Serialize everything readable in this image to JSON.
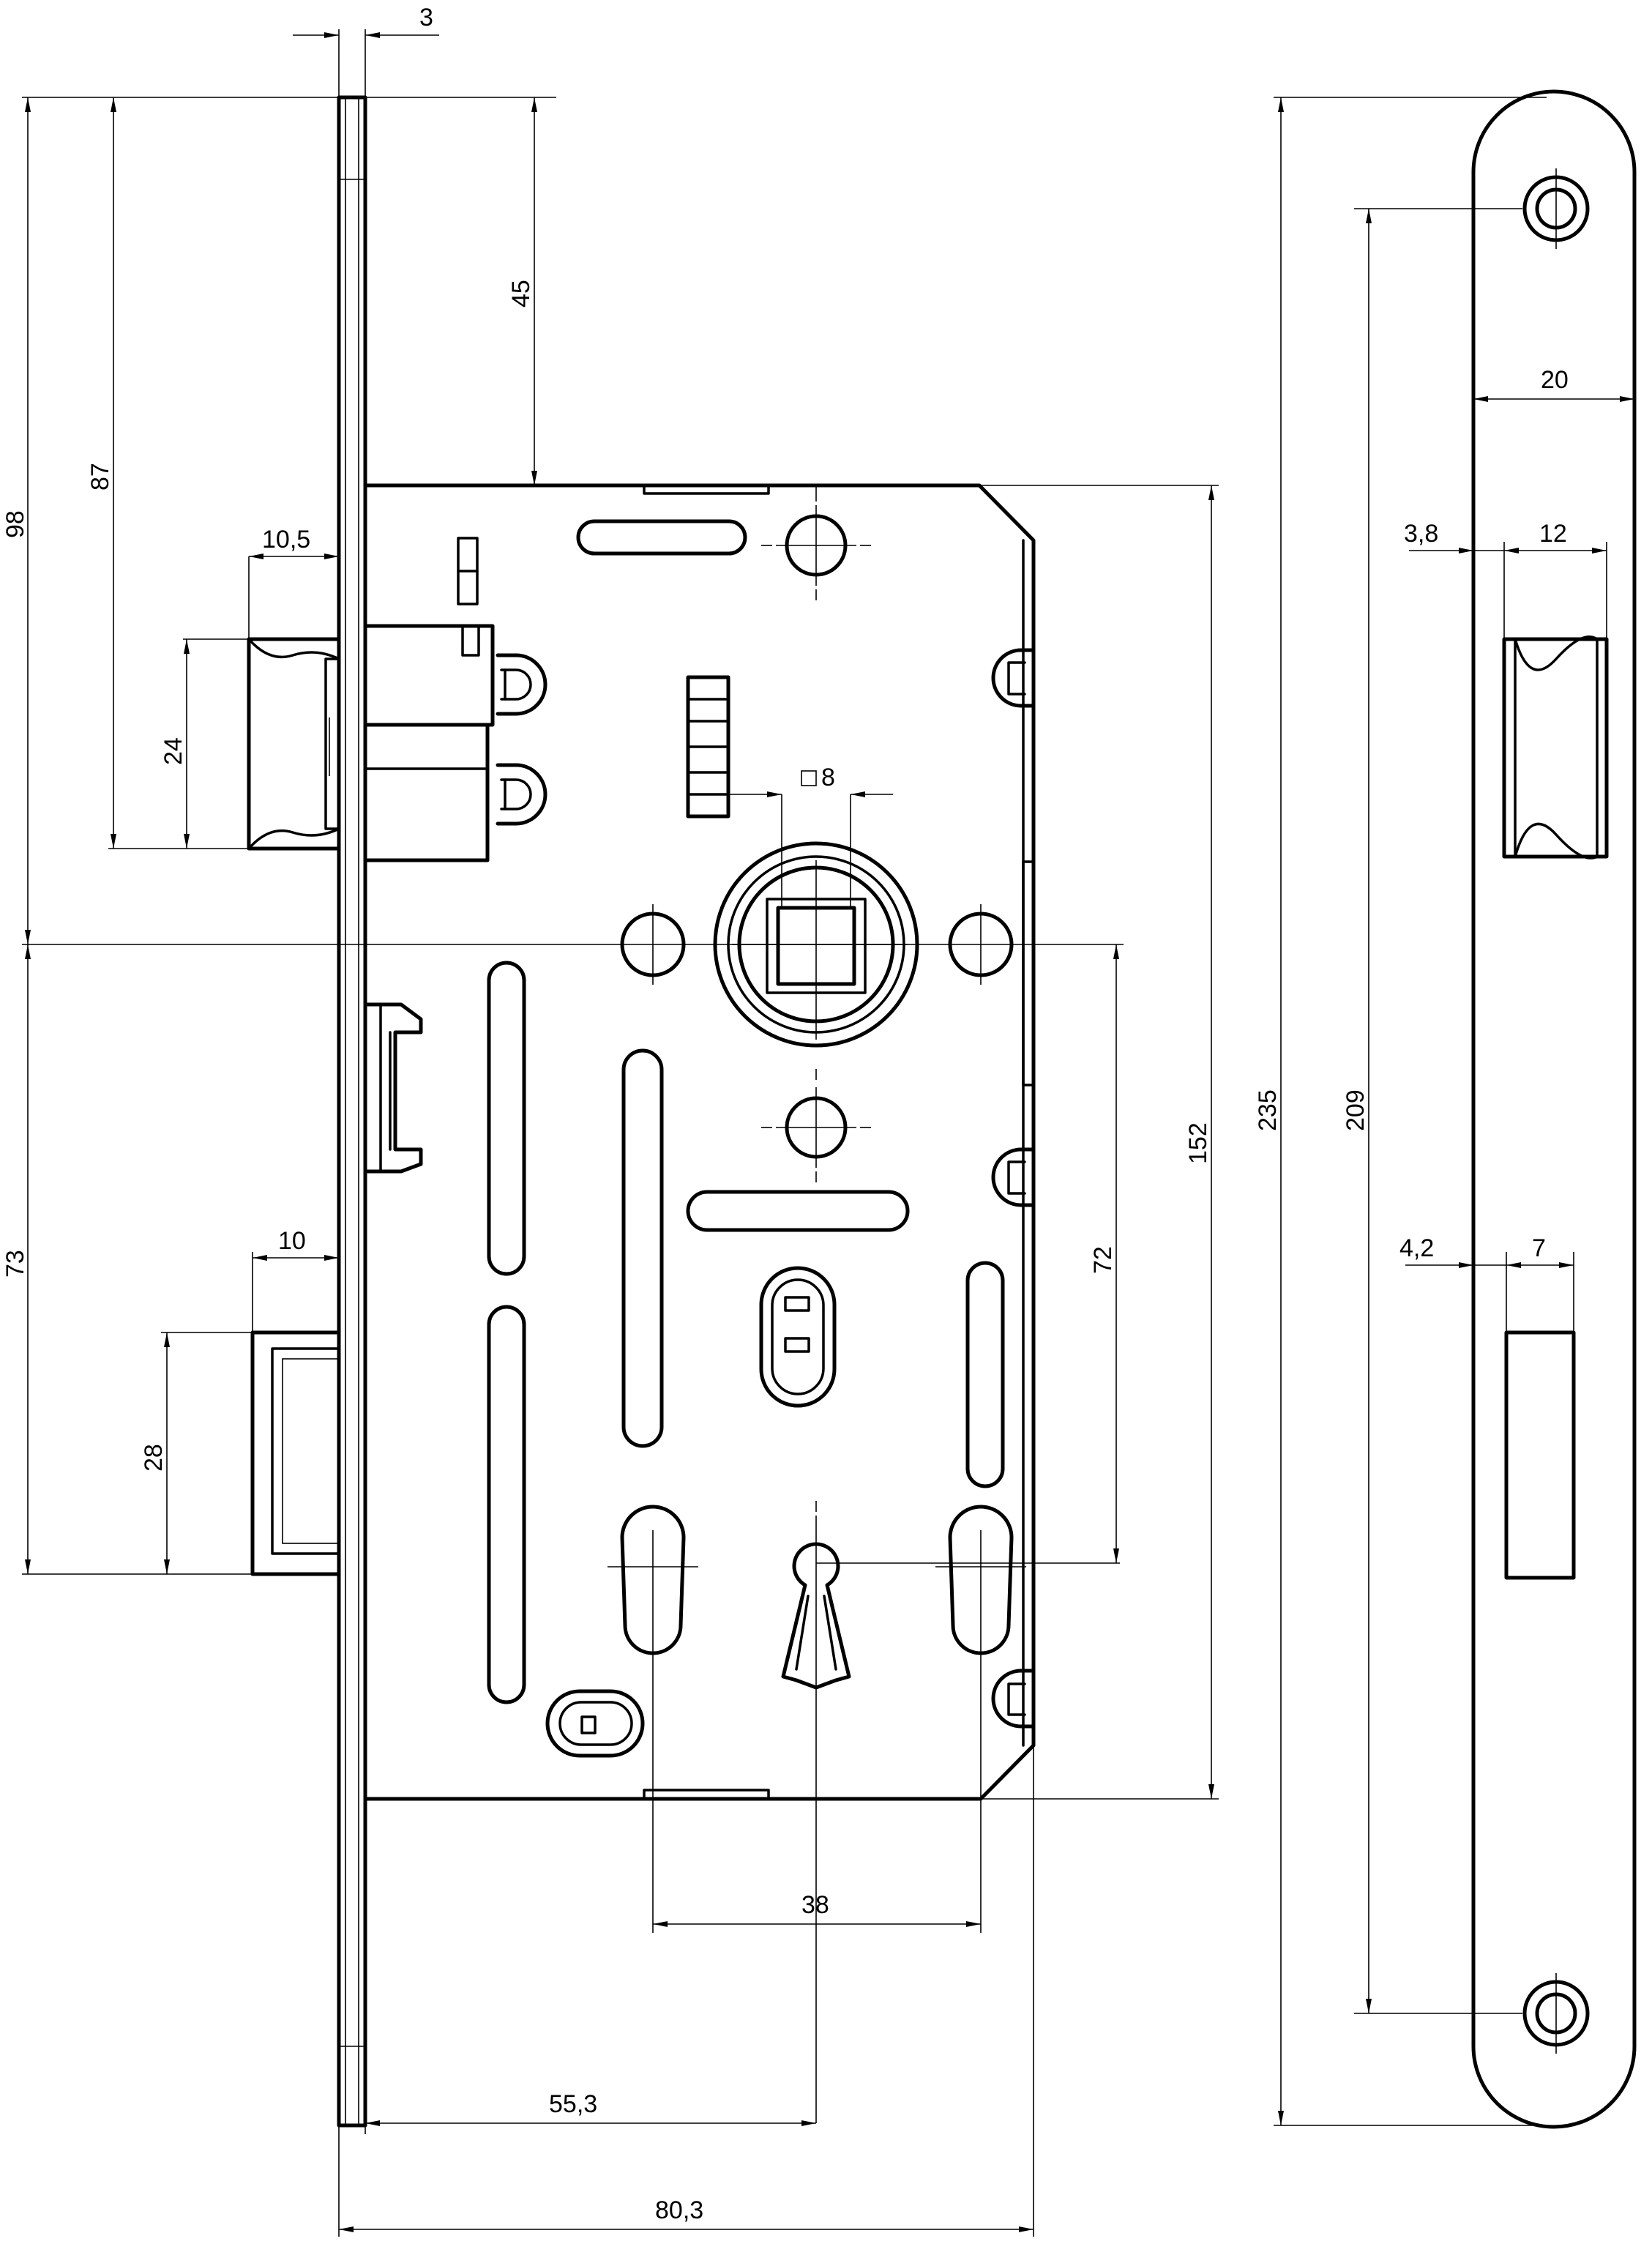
{
  "dimensions": {
    "faceplate_thickness": "3",
    "top_to_case": "45",
    "top_to_latch_bottom": "87",
    "top_to_follower": "98",
    "latch_projection": "10,5",
    "latch_height": "24",
    "bolt_projection": "10",
    "bolt_height": "28",
    "follower_to_bolt": "73",
    "spindle_square": "8",
    "case_height": "152",
    "backset_distance": "72",
    "screw_spacing": "38",
    "backset": "55,3",
    "overall_depth": "80,3",
    "strike_length": "235",
    "strike_hole_spacing": "209",
    "strike_width": "20",
    "latch_offset": "3,8",
    "latch_opening": "12",
    "bolt_offset": "4,2",
    "bolt_opening": "7"
  }
}
